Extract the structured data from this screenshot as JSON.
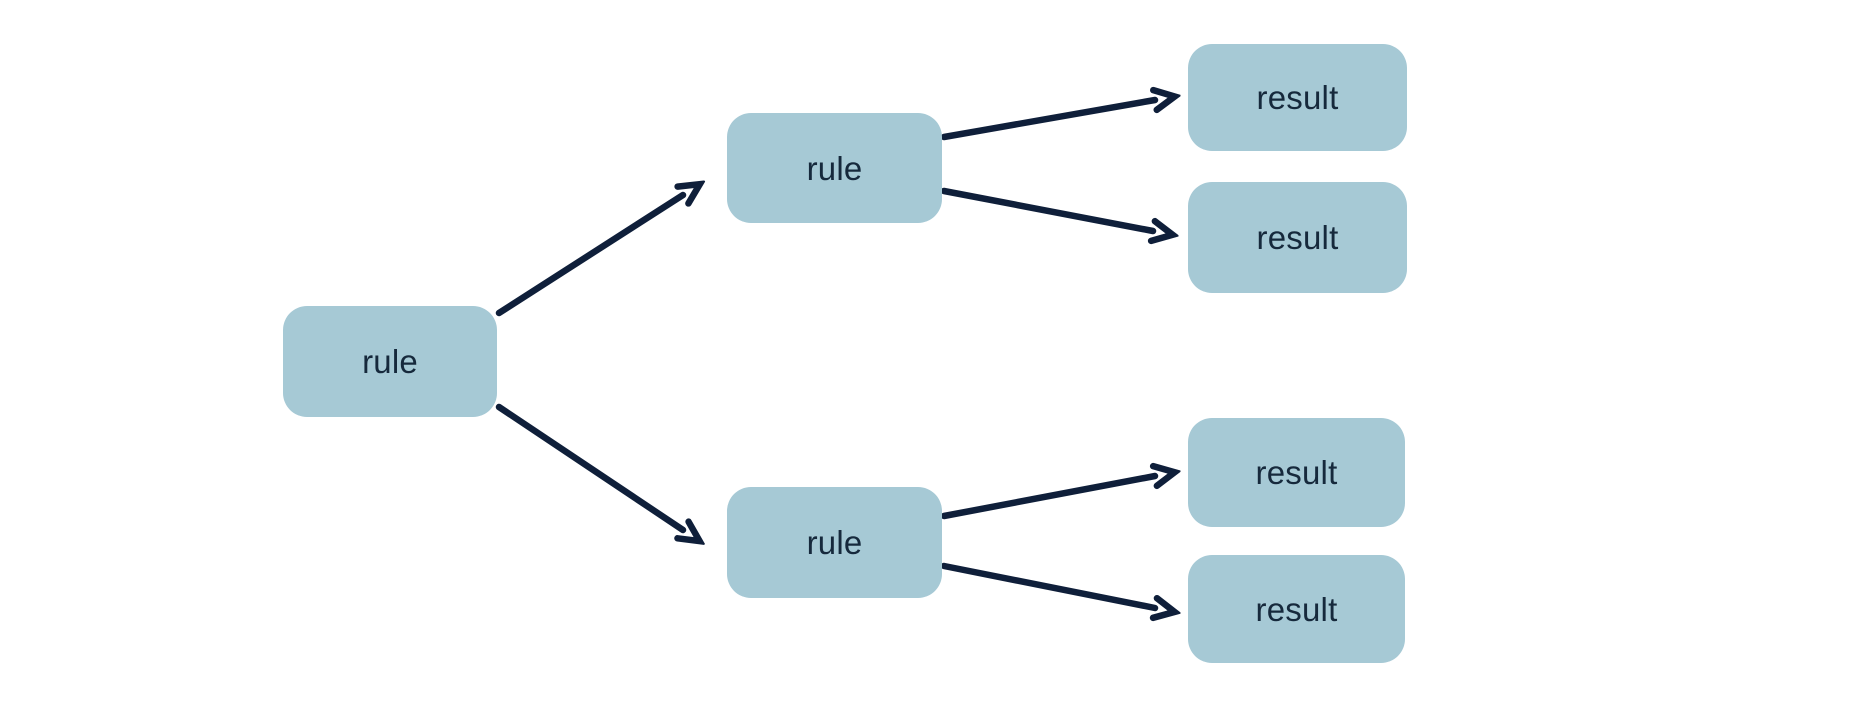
{
  "theme": {
    "background": "#ffffff",
    "node_fill": "#a6c9d5",
    "node_text": "#16293c",
    "arrow_color": "#0f1f3a"
  },
  "nodes": {
    "root": {
      "label": "rule"
    },
    "rule_top": {
      "label": "rule"
    },
    "rule_bottom": {
      "label": "rule"
    },
    "result_top_1": {
      "label": "result"
    },
    "result_top_2": {
      "label": "result"
    },
    "result_bottom_1": {
      "label": "result"
    },
    "result_bottom_2": {
      "label": "result"
    }
  },
  "edges": [
    {
      "from": "root",
      "to": "rule_top"
    },
    {
      "from": "root",
      "to": "rule_bottom"
    },
    {
      "from": "rule_top",
      "to": "result_top_1"
    },
    {
      "from": "rule_top",
      "to": "result_top_2"
    },
    {
      "from": "rule_bottom",
      "to": "result_bottom_1"
    },
    {
      "from": "rule_bottom",
      "to": "result_bottom_2"
    }
  ]
}
